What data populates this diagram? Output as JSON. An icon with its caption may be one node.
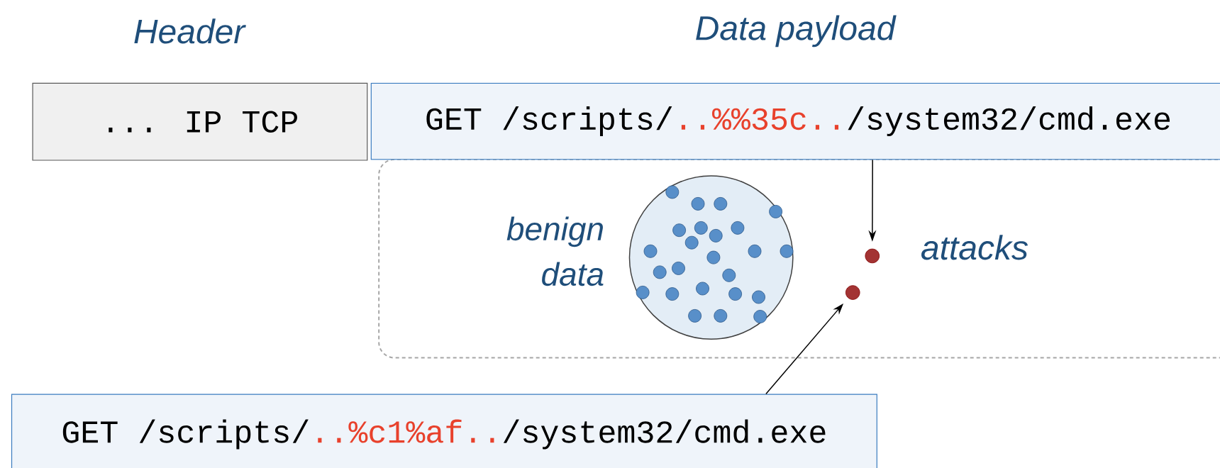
{
  "diagram": {
    "nodes": [
      {
        "text": [
          "... IP TCP"
        ]
      },
      {
        "text": [
          "GET /scripts/",
          "..%%35c..",
          "/system32/cmd.exe"
        ]
      },
      {
        "text": [],
        "shape": "box"
      },
      {
        "text": [],
        "shape": "circle",
        "in": 2,
        "beside": [
          "benign data"
        ]
      },
      {
        "text": [],
        "shape": "circle",
        "in": 2
      },
      {
        "text": [],
        "shape": "circle",
        "in": 2
      },
      {
        "text": [
          "GET /scripts/",
          "..%c1%af..",
          "/system32/cmd.exe"
        ]
      }
    ],
    "edges": [
      {
        "from": 1,
        "to": 4,
        "arrow": "to"
      },
      {
        "from": 6,
        "to": 5,
        "arrow": "to"
      }
    ],
    "labels": [
      "Header",
      "Data payload",
      "attacks"
    ]
  }
}
